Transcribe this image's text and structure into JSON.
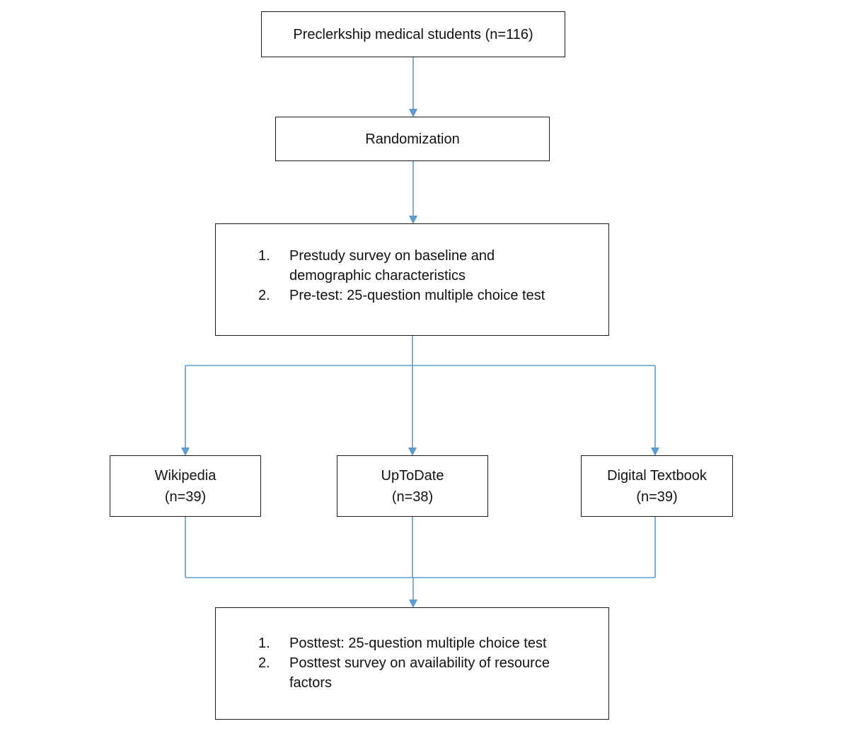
{
  "flowchart": {
    "enrollment": {
      "label": "Preclerkship medical students (n=116)"
    },
    "randomization": {
      "label": "Randomization"
    },
    "pre_study": {
      "steps": [
        {
          "number": "1.",
          "lines": [
            "Prestudy survey on baseline and",
            "demographic characteristics"
          ]
        },
        {
          "number": "2.",
          "lines": [
            "Pre-test: 25-question multiple choice test"
          ]
        }
      ]
    },
    "arms": [
      {
        "name": "Wikipedia",
        "count": "(n=39)"
      },
      {
        "name": "UpToDate",
        "count": "(n=38)"
      },
      {
        "name": "Digital Textbook",
        "count": "(n=39)"
      }
    ],
    "post_study": {
      "steps": [
        {
          "number": "1.",
          "lines": [
            "Posttest: 25-question multiple choice test"
          ]
        },
        {
          "number": "2.",
          "lines": [
            "Posttest survey on availability of resource",
            "factors"
          ]
        }
      ]
    }
  },
  "colors": {
    "connector": "#5b9bd5",
    "box_border": "#1a1a1a",
    "text": "#111111"
  }
}
